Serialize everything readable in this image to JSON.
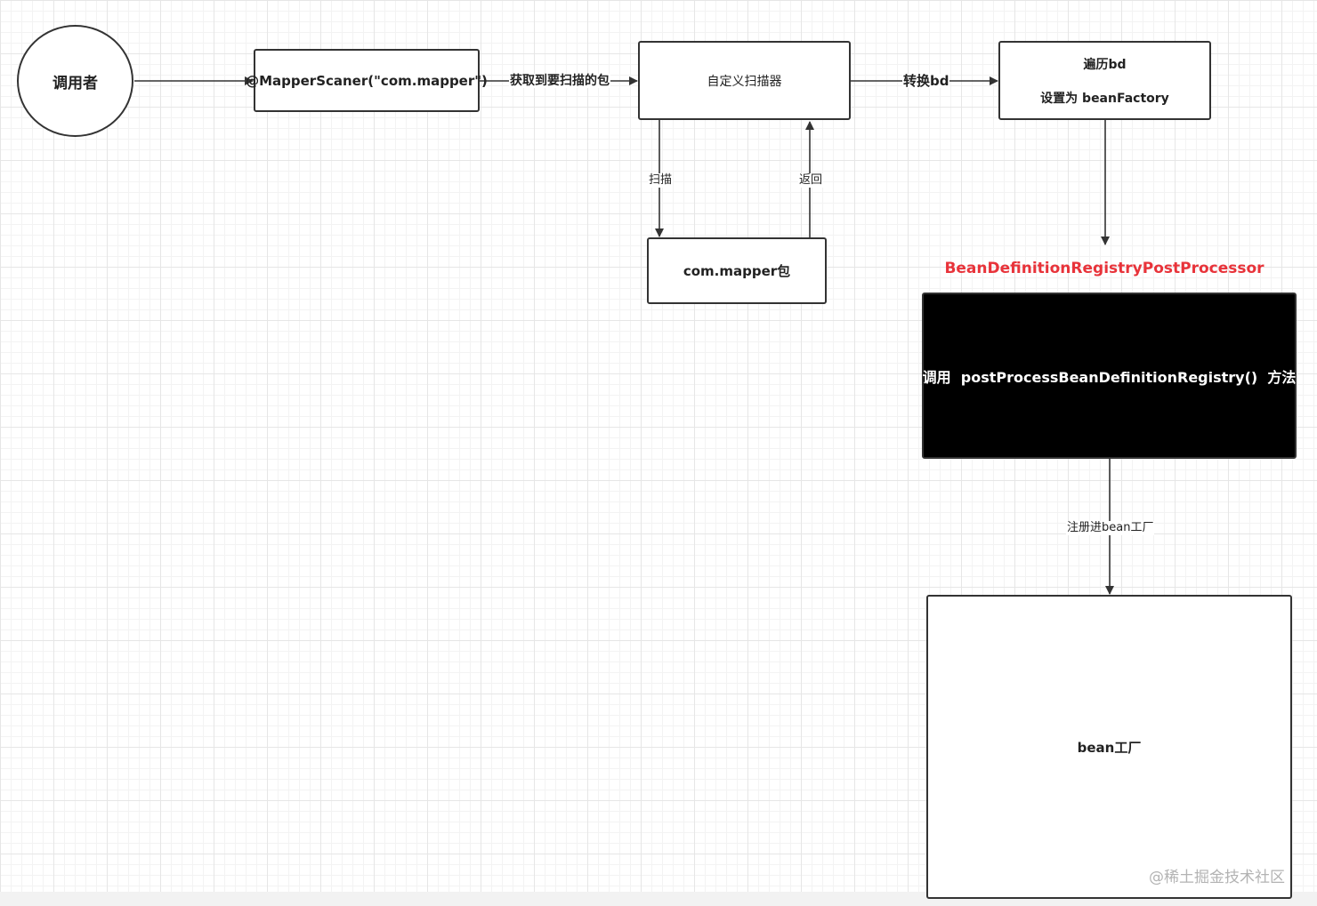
{
  "nodes": {
    "caller": "调用者",
    "mapper_scan": "@MapperScaner(\"com.mapper\")",
    "custom_scanner": "自定义扫描器",
    "traverse": {
      "line1": "遍历bd",
      "line2": "设置为 beanFactory"
    },
    "package": "com.mapper包",
    "registry_title": "BeanDefinitionRegistryPostProcessor",
    "invoke": "调用  postProcessBeanDefinitionRegistry()  方法",
    "bean_factory": "bean工厂"
  },
  "edges": {
    "get_package": "获取到要扫描的包",
    "convert_bd": "转换bd",
    "scan": "扫描",
    "return": "返回",
    "register": "注册进bean工厂"
  },
  "watermark": "@稀土掘金技术社区",
  "colors": {
    "line": "#333333",
    "accent_red": "#e8333a",
    "dark_node": "#000000"
  }
}
